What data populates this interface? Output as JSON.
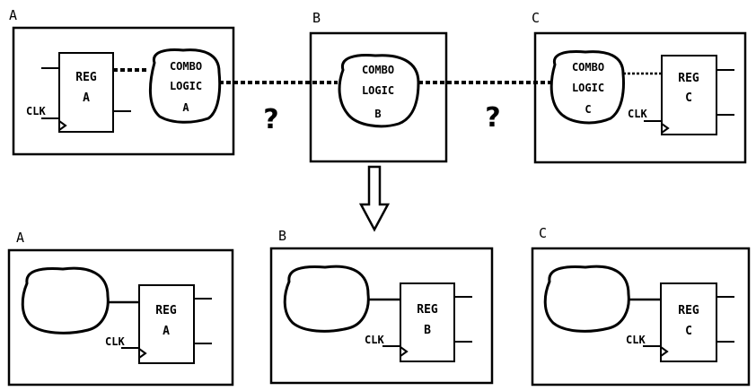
{
  "top_row": {
    "module_a": {
      "label": "A",
      "register": {
        "line1": "REG",
        "line2": "A",
        "clock": "CLK"
      },
      "logic": {
        "line1": "COMBO",
        "line2": "LOGIC",
        "line3": "A"
      }
    },
    "module_b": {
      "label": "B",
      "logic": {
        "line1": "COMBO",
        "line2": "LOGIC",
        "line3": "B"
      }
    },
    "module_c": {
      "label": "C",
      "register": {
        "line1": "REG",
        "line2": "C",
        "clock": "CLK"
      },
      "logic": {
        "line1": "COMBO",
        "line2": "LOGIC",
        "line3": "C"
      }
    },
    "question_ab": "?",
    "question_bc": "?"
  },
  "bottom_row": {
    "module_a": {
      "label": "A",
      "register": {
        "line1": "REG",
        "line2": "A",
        "clock": "CLK"
      }
    },
    "module_b": {
      "label": "B",
      "register": {
        "line1": "REG",
        "line2": "B",
        "clock": "CLK"
      }
    },
    "module_c": {
      "label": "C",
      "register": {
        "line1": "REG",
        "line2": "C",
        "clock": "CLK"
      }
    }
  }
}
